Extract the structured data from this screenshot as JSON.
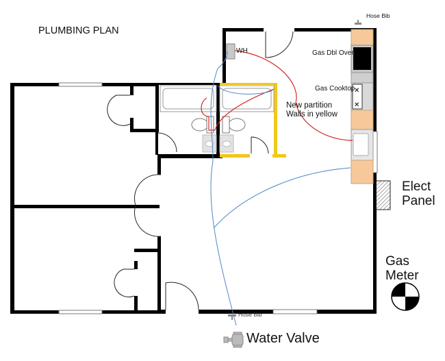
{
  "title": "PLUMBING PLAN",
  "labels": {
    "water_heater": "WH",
    "hose_bib_top": "Hose Bib",
    "gas_oven": "Gas Dbl Oven",
    "gas_cooktop": "Gas Cooktop",
    "partition_line1": "New partition",
    "partition_line2": "Walls in yellow",
    "elect_line1": "Elect",
    "elect_line2": "Panel",
    "gas_line1": "Gas",
    "gas_line2": "Meter",
    "hose_bib_bottom": "Hose Bib",
    "water_valve": "Water Valve"
  },
  "colors": {
    "wall": "#000000",
    "new_partition": "#f2c81a",
    "gas_line": "#d42a2a",
    "water_line": "#4a86c8",
    "cabinet": "#f7c99a",
    "fixture": "#d9d9d9"
  }
}
